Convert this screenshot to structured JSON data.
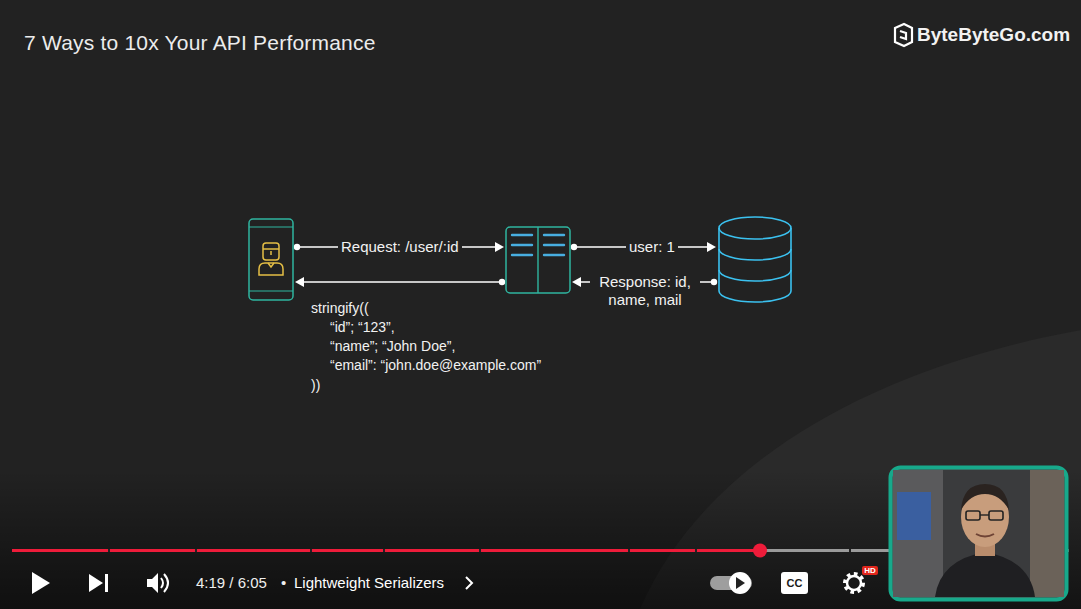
{
  "diagram": {
    "title": "7 Ways to 10x Your API Performance",
    "nodes": [
      {
        "text": []
      },
      {
        "text": []
      },
      {
        "text": []
      }
    ],
    "edges": [
      {
        "from": 0,
        "to": 1,
        "label": "Request: /user/:id",
        "arrow": "to"
      },
      {
        "from": 1,
        "to": 2,
        "label": "user: 1",
        "arrow": "to"
      },
      {
        "from": 2,
        "to": 1,
        "label": "Response: id, name, mail",
        "arrow": "to"
      },
      {
        "from": 1,
        "to": 0,
        "arrow": "to"
      }
    ],
    "labels": [
      "stringify((",
      "“id”; “123”,",
      "“name”; “John Doe”,",
      "“email”: “john.doe@example.com”",
      "))",
      "ByteByteGo.com",
      "4:19 / 6:05",
      "•",
      "Lightweight Serializers",
      "CC",
      "HD"
    ]
  }
}
